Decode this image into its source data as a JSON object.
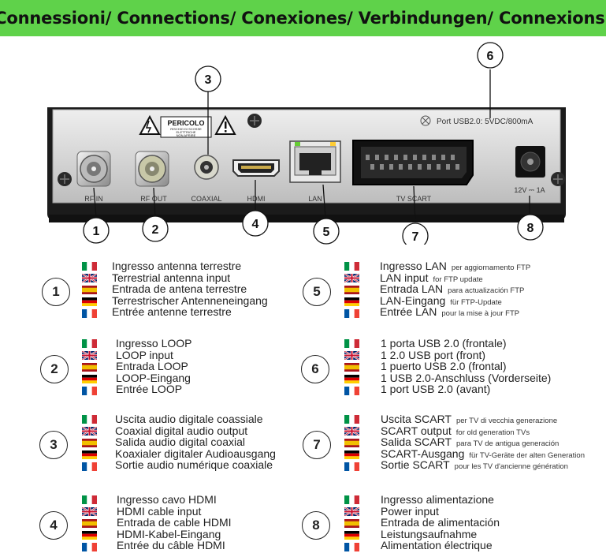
{
  "title": "Connessioni/ Connections/ Conexiones/ Verbindungen/ Connexions:",
  "device": {
    "port_labels": [
      "RF IN",
      "RF OUT",
      "COAXIAL",
      "HDMI",
      "LAN",
      "TV SCART",
      "12V ⎓ 1A"
    ],
    "warning_label": "PERICOLO",
    "warning_sub": [
      "RISCHIO DI SCOSSE",
      "ELETTRICHE",
      "NON APRIRE"
    ],
    "usb_label": "Port USB2.0: 5VDC/800mA",
    "callouts": [
      "1",
      "2",
      "3",
      "4",
      "5",
      "6",
      "7",
      "8"
    ]
  },
  "legend": [
    {
      "num": "1",
      "lines": [
        {
          "text": "Ingresso antenna terrestre",
          "note": ""
        },
        {
          "text": "Terrestrial antenna input",
          "note": ""
        },
        {
          "text": "Entrada de antena terrestre",
          "note": ""
        },
        {
          "text": "Terrestrischer Antenneneingang",
          "note": ""
        },
        {
          "text": "Entrée antenne terrestre",
          "note": ""
        }
      ]
    },
    {
      "num": "5",
      "lines": [
        {
          "text": "Ingresso LAN",
          "note": "per aggiornamento FTP"
        },
        {
          "text": "LAN input",
          "note": "for FTP update"
        },
        {
          "text": "Entrada LAN",
          "note": "para actualización FTP"
        },
        {
          "text": "LAN-Eingang",
          "note": "für FTP-Update"
        },
        {
          "text": "Entrée LAN",
          "note": "pour la mise à jour FTP"
        }
      ]
    },
    {
      "num": "2",
      "lines": [
        {
          "text": "Ingresso LOOP",
          "note": ""
        },
        {
          "text": "LOOP input",
          "note": ""
        },
        {
          "text": "Entrada LOOP",
          "note": ""
        },
        {
          "text": "LOOP-Eingang",
          "note": ""
        },
        {
          "text": "Entrée LOOP",
          "note": ""
        }
      ]
    },
    {
      "num": "6",
      "lines": [
        {
          "text": "1 porta USB 2.0 (frontale)",
          "note": ""
        },
        {
          "text": "1 2.0 USB port (front)",
          "note": ""
        },
        {
          "text": "1 puerto USB 2.0 (frontal)",
          "note": ""
        },
        {
          "text": "1 USB 2.0-Anschluss (Vorderseite)",
          "note": ""
        },
        {
          "text": "1 port USB 2.0 (avant)",
          "note": ""
        }
      ]
    },
    {
      "num": "3",
      "lines": [
        {
          "text": "Uscita audio digitale coassiale",
          "note": ""
        },
        {
          "text": "Coaxial digital audio output",
          "note": ""
        },
        {
          "text": "Salida audio digital coaxial",
          "note": ""
        },
        {
          "text": "Koaxialer digitaler Audioausgang",
          "note": ""
        },
        {
          "text": "Sortie audio numérique coaxiale",
          "note": ""
        }
      ]
    },
    {
      "num": "7",
      "lines": [
        {
          "text": "Uscita SCART",
          "note": "per TV di vecchia generazione"
        },
        {
          "text": "SCART output",
          "note": "for old generation TVs"
        },
        {
          "text": "Salida SCART",
          "note": "para TV de antigua generación"
        },
        {
          "text": "SCART-Ausgang",
          "note": "für TV-Geräte der alten Generation"
        },
        {
          "text": "Sortie SCART",
          "note": "pour les TV d'ancienne génération"
        }
      ]
    },
    {
      "num": "4",
      "lines": [
        {
          "text": "Ingresso cavo HDMI",
          "note": ""
        },
        {
          "text": "HDMI cable input",
          "note": ""
        },
        {
          "text": "Entrada de cable HDMI",
          "note": ""
        },
        {
          "text": "HDMI-Kabel-Eingang",
          "note": ""
        },
        {
          "text": "Entrée du câble HDMI",
          "note": ""
        }
      ]
    },
    {
      "num": "8",
      "lines": [
        {
          "text": "Ingresso alimentazione",
          "note": ""
        },
        {
          "text": "Power input",
          "note": ""
        },
        {
          "text": "Entrada de alimentación",
          "note": ""
        },
        {
          "text": "Leistungsaufnahme",
          "note": ""
        },
        {
          "text": "Alimentation électrique",
          "note": ""
        }
      ]
    }
  ],
  "flags": [
    "italy-flag-icon",
    "uk-flag-icon",
    "spain-flag-icon",
    "germany-flag-icon",
    "france-flag-icon"
  ],
  "colors": {
    "banner": "#5fd24a",
    "device_body": "#1b1b1b",
    "device_panel": "#d8d8d8"
  }
}
